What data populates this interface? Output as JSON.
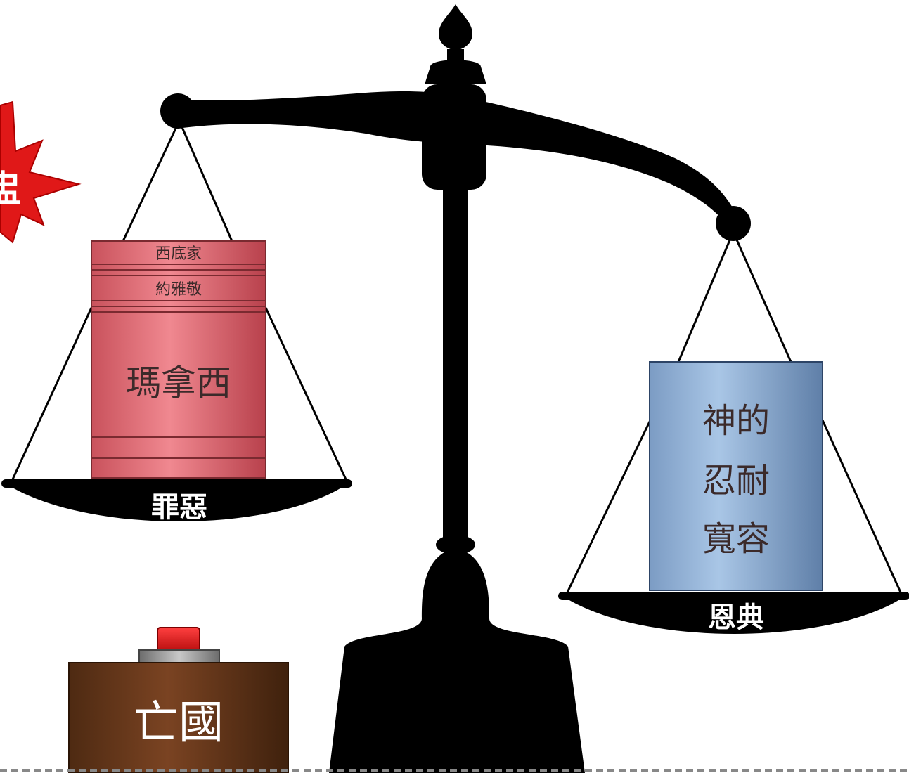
{
  "left_pan": {
    "label": "罪惡",
    "weight": {
      "band_top": "西底家",
      "band_second": "約雅敬",
      "main": "瑪拿西"
    }
  },
  "right_pan": {
    "label": "恩典",
    "weight": {
      "line1": "神的",
      "line2": "忍耐",
      "line3": "寬容"
    }
  },
  "box": {
    "label": "亡國"
  },
  "burst": {
    "partial_text": "盅"
  },
  "colors": {
    "scale": "#000000",
    "sin_weight": "#e7747c",
    "grace_weight": "#8fb1d6",
    "box": "#6b3a1c",
    "button": "#e11b1b",
    "burst": "#e01818"
  }
}
